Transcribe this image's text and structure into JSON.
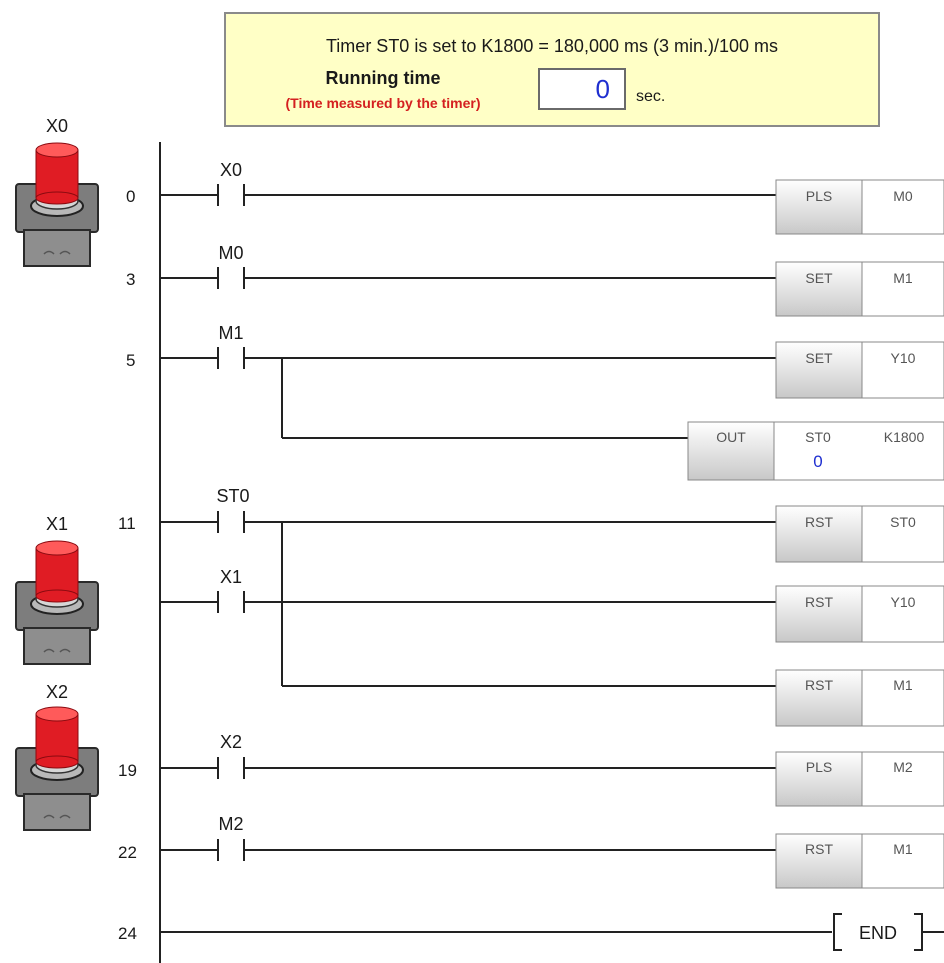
{
  "info": {
    "line": "Timer ST0 is set to K1800 = 180,000 ms (3 min.)/100 ms",
    "running_time_label": "Running time",
    "running_time_note": "(Time measured by the timer)",
    "value": "0",
    "unit": "sec."
  },
  "buttons": [
    {
      "label": "X0"
    },
    {
      "label": "X1"
    },
    {
      "label": "X2"
    }
  ],
  "colors": {
    "button_red": "#e01c24",
    "info_bg": "#ffffc6",
    "value_blue": "#1f2fd0",
    "note_red": "#d42020"
  },
  "rungs": [
    {
      "step": "0",
      "contact": "X0",
      "instruction": "PLS",
      "operand": "M0"
    },
    {
      "step": "3",
      "contact": "M0",
      "instruction": "SET",
      "operand": "M1"
    },
    {
      "step": "5",
      "contact": "M1",
      "instruction": "SET",
      "operand": "Y10"
    },
    {
      "step": "",
      "contact": "",
      "instruction": "OUT",
      "operand": "ST0",
      "setting": "K1800",
      "current": "0"
    },
    {
      "step": "11",
      "contact": "ST0",
      "instruction": "RST",
      "operand": "ST0"
    },
    {
      "step": "",
      "contact": "X1",
      "instruction": "RST",
      "operand": "Y10"
    },
    {
      "step": "",
      "contact": "",
      "instruction": "RST",
      "operand": "M1"
    },
    {
      "step": "19",
      "contact": "X2",
      "instruction": "PLS",
      "operand": "M2"
    },
    {
      "step": "22",
      "contact": "M2",
      "instruction": "RST",
      "operand": "M1"
    },
    {
      "step": "24",
      "contact": "",
      "instruction": "END",
      "operand": ""
    }
  ]
}
